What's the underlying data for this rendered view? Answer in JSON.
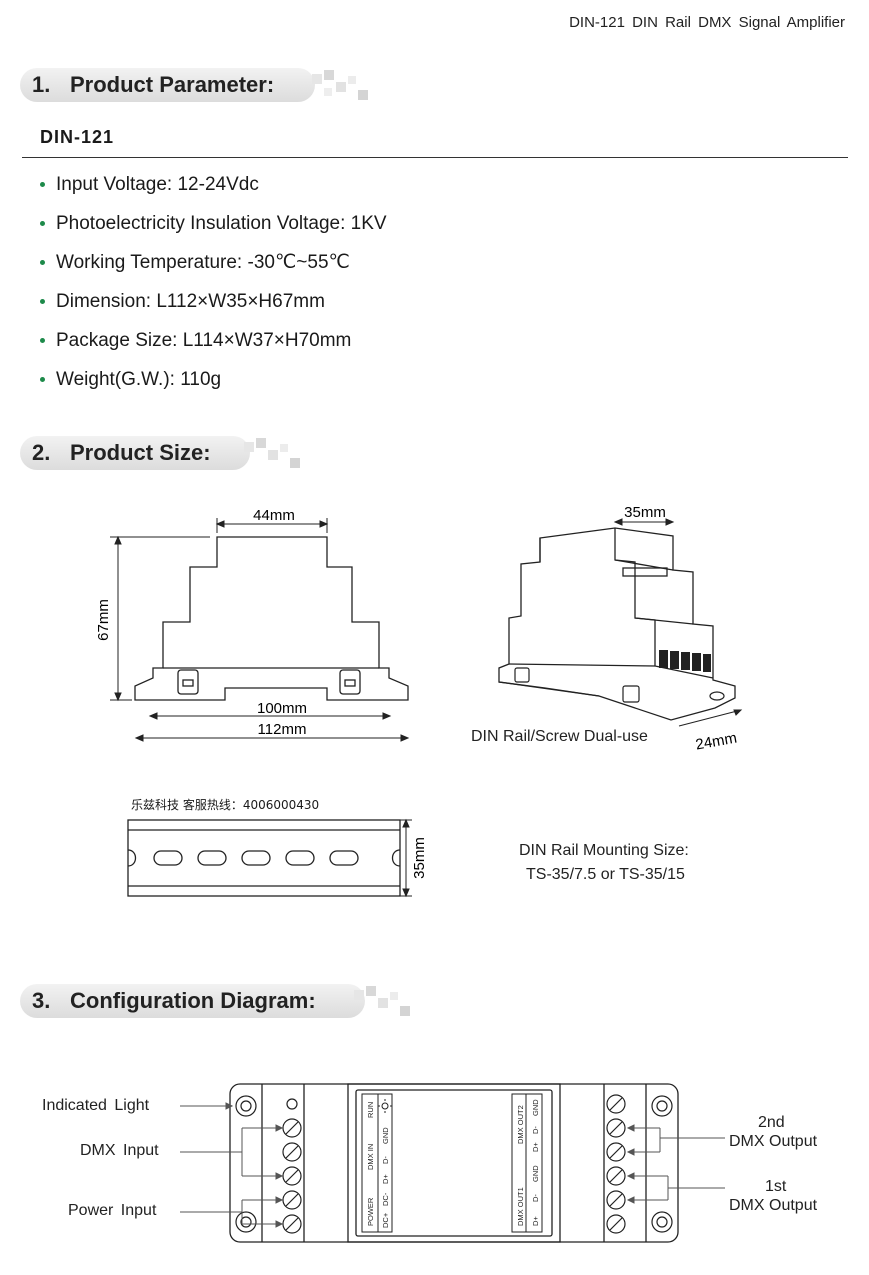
{
  "header": {
    "title": "DIN-121 DIN Rail DMX Signal Amplifier"
  },
  "sections": {
    "parameter": {
      "number": "1.",
      "title": "Product Parameter:"
    },
    "size": {
      "number": "2.",
      "title": "Product Size:"
    },
    "config": {
      "number": "3.",
      "title": "Configuration Diagram:"
    }
  },
  "model": "DIN-121",
  "specs": [
    "Input Voltage: 12-24Vdc",
    "Photoelectricity Insulation Voltage: 1KV",
    "Working Temperature: -30℃~55℃",
    "Dimension: L112×W35×H67mm",
    "Package Size: L114×W37×H70mm",
    "Weight(G.W.): 110g"
  ],
  "size_drawing": {
    "front_width": "44mm",
    "height": "67mm",
    "base_width": "100mm",
    "total_length": "112mm",
    "iso_width": "35mm",
    "iso_depth": "24mm",
    "caption": "DIN Rail/Screw Dual-use"
  },
  "rail": {
    "watermark": "乐兹科技 客服热线：4006000430",
    "height": "35mm",
    "mount_title": "DIN Rail Mounting Size:",
    "mount_value": "TS-35/7.5 or TS-35/15"
  },
  "config": {
    "left_labels": [
      "Indicated Light",
      "DMX Input",
      "Power Input"
    ],
    "right_labels": [
      [
        "2nd",
        "DMX Output"
      ],
      [
        "1st",
        "DMX Output"
      ]
    ],
    "terminals_left": [
      "RUN",
      "DMX IN",
      "GND",
      "D-",
      "D+",
      "POWER",
      "DC-",
      "DC+"
    ],
    "terminals_right": [
      "DMX OUT2",
      "GND",
      "D-",
      "D+",
      "DMX OUT1",
      "GND",
      "D-",
      "D+"
    ]
  }
}
